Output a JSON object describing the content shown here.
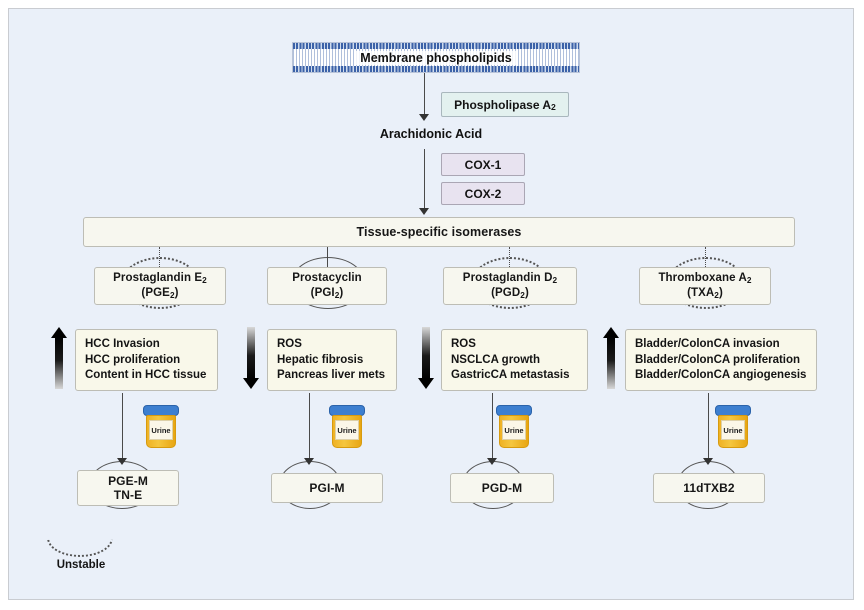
{
  "diagram": {
    "membrane": {
      "label": "Membrane phospholipids"
    },
    "enzymes": {
      "phospholipase": "Phospholipase A",
      "phospholipase_sub": "2",
      "cox1": "COX-1",
      "cox2": "COX-2"
    },
    "arachidonic_acid": "Arachidonic Acid",
    "isomerases": "Tissue-specific isomerases",
    "columns": [
      {
        "mediator_line1": "Prostaglandin E",
        "mediator_sub1": "2",
        "mediator_line2": "(PGE",
        "mediator_sub2": "2",
        "mediator_line2_end": ")",
        "circle_style": "dotted",
        "arrow": "up",
        "effects": [
          "HCC Invasion",
          "HCC proliferation",
          "Content in HCC tissue"
        ],
        "specimen": "Urine",
        "metabolite_line1": "PGE-M",
        "metabolite_line2": "TN-E"
      },
      {
        "mediator_line1": "Prostacyclin",
        "mediator_sub1": "",
        "mediator_line2": "(PGI",
        "mediator_sub2": "2",
        "mediator_line2_end": ")",
        "circle_style": "solid",
        "arrow": "down",
        "effects": [
          "ROS",
          "Hepatic fibrosis",
          "Pancreas liver mets"
        ],
        "specimen": "Urine",
        "metabolite_line1": "PGI-M",
        "metabolite_line2": ""
      },
      {
        "mediator_line1": "Prostaglandin D",
        "mediator_sub1": "2",
        "mediator_line2": "(PGD",
        "mediator_sub2": "2",
        "mediator_line2_end": ")",
        "circle_style": "dotted",
        "arrow": "down",
        "effects": [
          "ROS",
          "NSCLCA growth",
          "GastricCA metastasis"
        ],
        "specimen": "Urine",
        "metabolite_line1": "PGD-M",
        "metabolite_line2": ""
      },
      {
        "mediator_line1": "Thromboxane A",
        "mediator_sub1": "2",
        "mediator_line2": "(TXA",
        "mediator_sub2": "2",
        "mediator_line2_end": ")",
        "circle_style": "dotted",
        "arrow": "up",
        "effects": [
          "Bladder/ColonCA invasion",
          "Bladder/ColonCA proliferation",
          "Bladder/ColonCA angiogenesis"
        ],
        "specimen": "Urine",
        "metabolite_line1": "11dTXB2",
        "metabolite_line2": ""
      }
    ],
    "legend": {
      "label": "Unstable"
    },
    "colors": {
      "canvas": "#eaf0f9",
      "node_fill": "#f7f7ef",
      "effect_fill": "#f9f8ea",
      "enzyme_teal": "#e3f1ef",
      "enzyme_lavender": "#e8e3f0",
      "membrane_blue": "#3c62a8",
      "cup_lid": "#3d7fd0",
      "cup_body": "#efb224"
    }
  }
}
